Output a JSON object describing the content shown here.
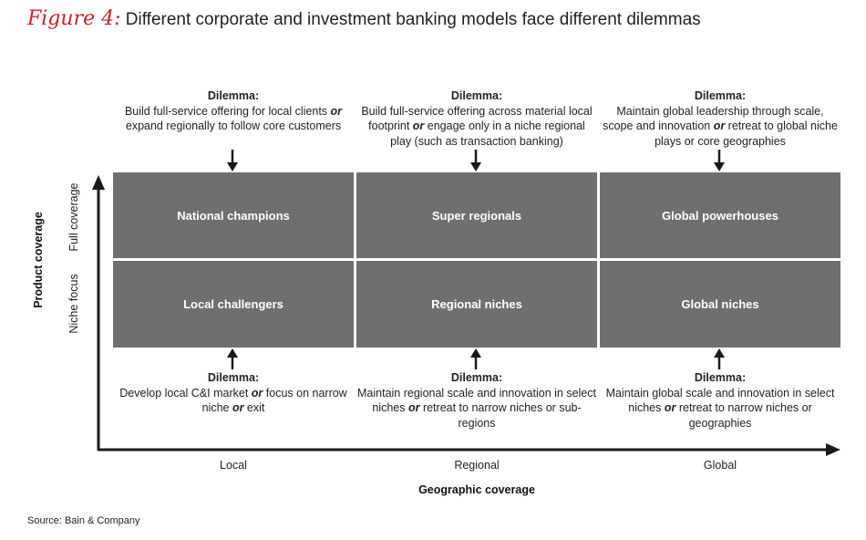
{
  "figure": {
    "label": "Figure 4:",
    "title": "Different corporate and investment banking models face different dilemmas"
  },
  "dilemma_heading": "Dilemma:",
  "top_dilemmas": [
    {
      "parts": [
        "Build full-service offering for local clients ",
        "or",
        " expand regionally to follow core customers"
      ]
    },
    {
      "parts": [
        "Build full-service offering across material local footprint ",
        "or",
        " engage only in a niche regional play (such as transaction banking)"
      ]
    },
    {
      "parts": [
        "Maintain global leadership through scale, scope and innovation ",
        "or",
        " retreat to global niche plays or core geographies"
      ]
    }
  ],
  "bottom_dilemmas": [
    {
      "parts": [
        "Develop local C&I market ",
        "or",
        " focus on narrow niche ",
        "or",
        " exit"
      ]
    },
    {
      "parts": [
        "Maintain regional scale and innovation in select niches ",
        "or",
        " retreat to narrow niches or sub-regions"
      ]
    },
    {
      "parts": [
        "Maintain global scale and innovation in select niches ",
        "or",
        " retreat to narrow niches or geographies"
      ]
    }
  ],
  "cells": {
    "top_row": [
      "National champions",
      "Super regionals",
      "Global powerhouses"
    ],
    "bottom_row": [
      "Local challengers",
      "Regional niches",
      "Global niches"
    ]
  },
  "axes": {
    "y_title": "Product coverage",
    "y_levels": [
      "Full coverage",
      "Niche focus"
    ],
    "x_title": "Geographic coverage",
    "x_levels": [
      "Local",
      "Regional",
      "Global"
    ]
  },
  "source": "Source: Bain & Company",
  "colors": {
    "accent": "#cc2229",
    "cell_fill": "#6f6f6f",
    "axis": "#1a1a1a"
  }
}
